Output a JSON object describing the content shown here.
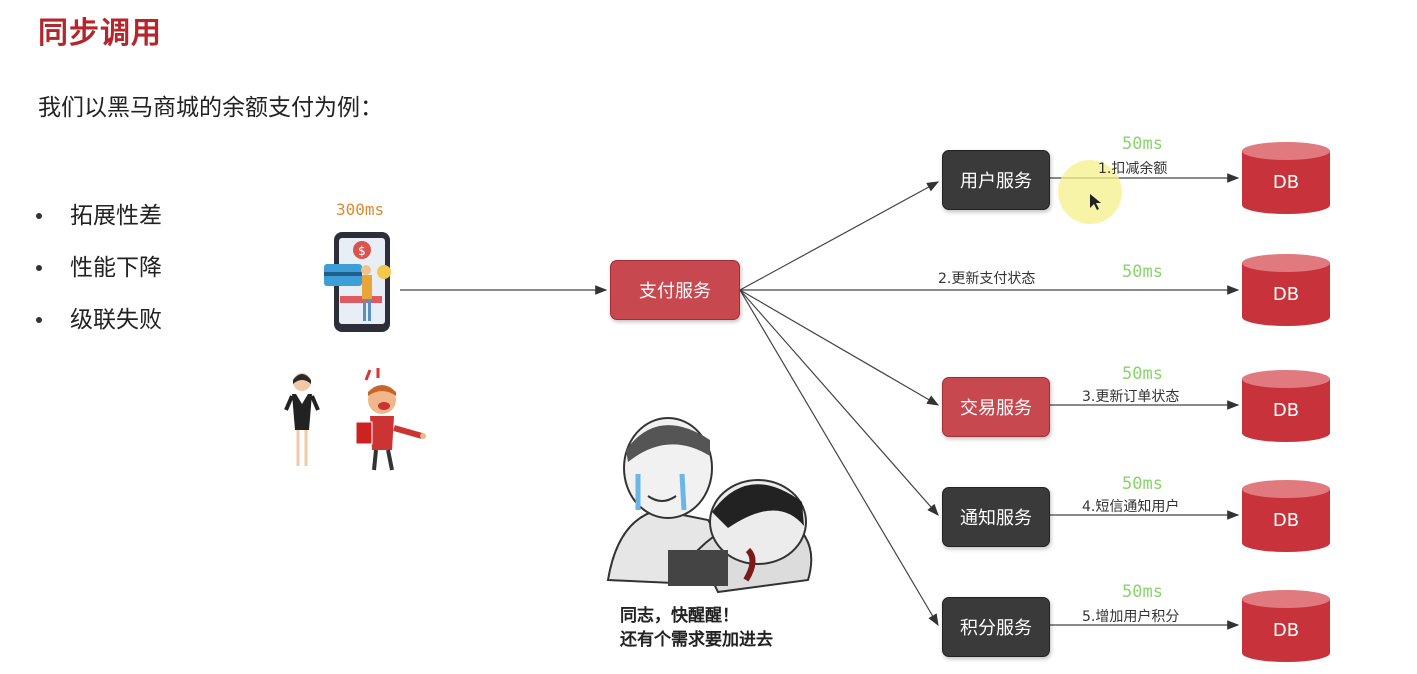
{
  "title": "同步调用",
  "intro": "我们以黑马商城的余额支付为例：",
  "bullets": [
    "拓展性差",
    "性能下降",
    "级联失败"
  ],
  "client_latency": "300ms",
  "payment_service": "支付服务",
  "services": [
    {
      "label": "用户服务",
      "step": "1.扣减余额",
      "latency": "50ms"
    },
    {
      "label": "",
      "step": "2.更新支付状态",
      "latency": "50ms"
    },
    {
      "label": "交易服务",
      "step": "3.更新订单状态",
      "latency": "50ms"
    },
    {
      "label": "通知服务",
      "step": "4.短信通知用户",
      "latency": "50ms"
    },
    {
      "label": "积分服务",
      "step": "5.增加用户积分",
      "latency": "50ms"
    }
  ],
  "db_label": "DB",
  "caption": {
    "line1": "同志，快醒醒！",
    "line2": "还有个需求要加进去"
  },
  "colors": {
    "accent": "#b5262c",
    "latency_green": "#8ad26b",
    "client_orange": "#e08a2c",
    "db_red": "#c8333b"
  }
}
